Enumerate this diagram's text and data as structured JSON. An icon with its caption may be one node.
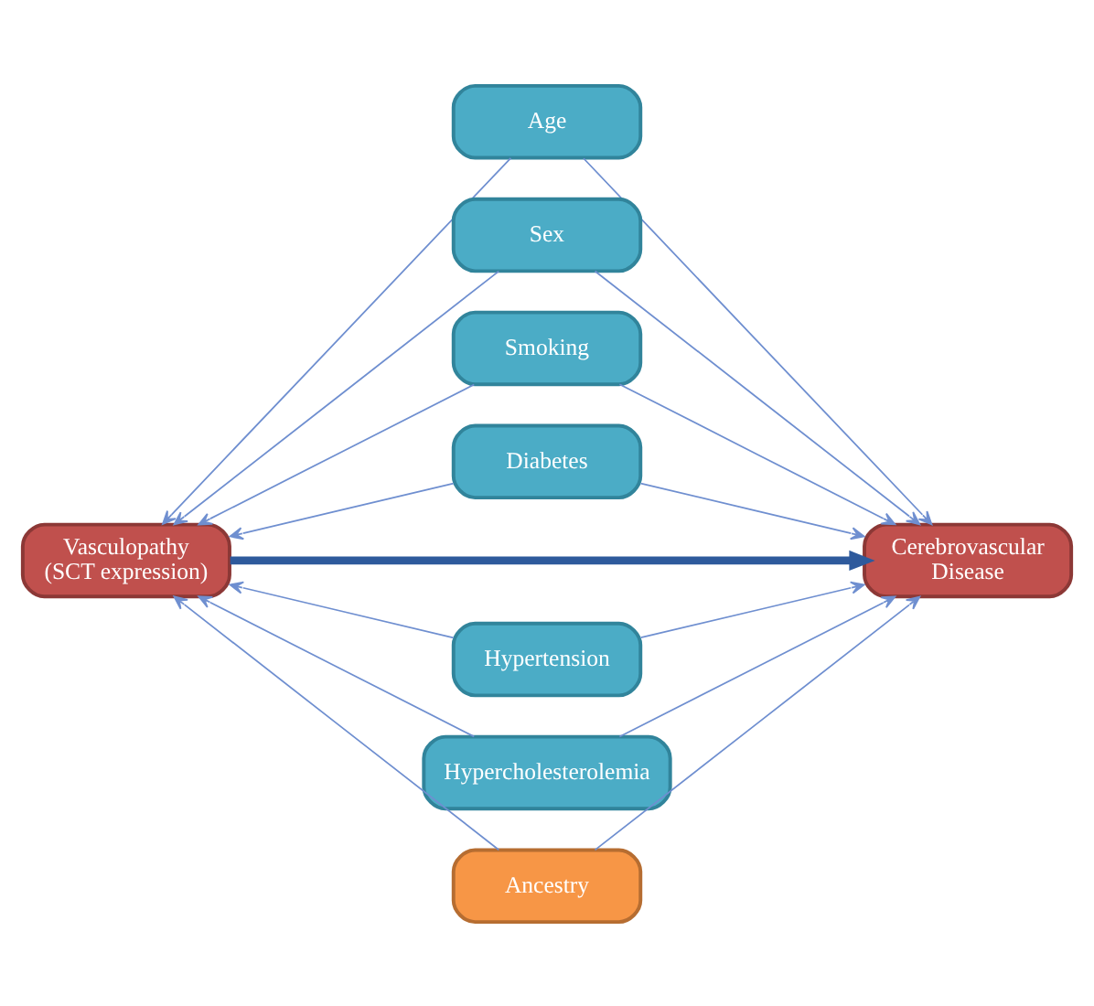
{
  "diagram": {
    "nodes": [
      {
        "text": [
          "Age"
        ]
      },
      {
        "text": [
          "Sex"
        ]
      },
      {
        "text": [
          "Smoking"
        ]
      },
      {
        "text": [
          "Diabetes"
        ]
      },
      {
        "text": [
          "Vasculopathy (SCT expression)"
        ]
      },
      {
        "text": [
          "Cerebrovascular Disease"
        ]
      },
      {
        "text": [
          "Hypertension"
        ]
      },
      {
        "text": [
          "Hypercholesterolemia"
        ]
      },
      {
        "text": [
          "Ancestry"
        ]
      }
    ],
    "edges": [
      {
        "from": 0,
        "to": 4,
        "arrow": "to"
      },
      {
        "from": 0,
        "to": 5,
        "arrow": "to"
      },
      {
        "from": 1,
        "to": 4,
        "arrow": "to"
      },
      {
        "from": 1,
        "to": 5,
        "arrow": "to"
      },
      {
        "from": 2,
        "to": 4,
        "arrow": "to"
      },
      {
        "from": 2,
        "to": 5,
        "arrow": "to"
      },
      {
        "from": 3,
        "to": 4,
        "arrow": "to"
      },
      {
        "from": 3,
        "to": 5,
        "arrow": "to"
      },
      {
        "from": 4,
        "to": 5,
        "arrow": "to",
        "style": "thick",
        "color": "#2e5a9c"
      },
      {
        "from": 6,
        "to": 4,
        "arrow": "to"
      },
      {
        "from": 6,
        "to": 5,
        "arrow": "to"
      },
      {
        "from": 7,
        "to": 4,
        "arrow": "to"
      },
      {
        "from": 7,
        "to": 5,
        "arrow": "to"
      },
      {
        "from": 8,
        "to": 4,
        "arrow": "to"
      },
      {
        "from": 8,
        "to": 5,
        "arrow": "to"
      }
    ]
  }
}
